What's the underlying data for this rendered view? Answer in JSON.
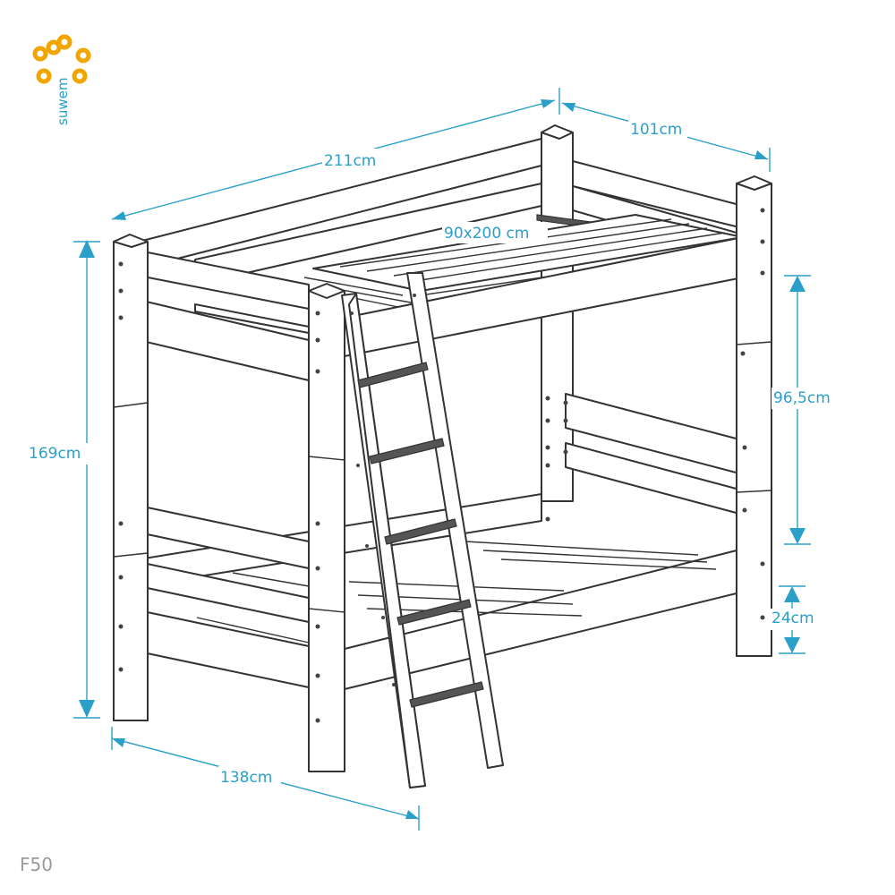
{
  "brand": {
    "name": "suwem",
    "logo_color": "#f0a500",
    "text_color": "#2a9fc9"
  },
  "product_code": "F50",
  "dimensions": {
    "length": "211cm",
    "depth": "101cm",
    "mattress": "90x200 cm",
    "height": "169cm",
    "between_beds": "96,5cm",
    "floor_clearance": "24cm",
    "ladder_footprint": "138cm"
  },
  "colors": {
    "dimension": "#2a9fc9",
    "outline": "#333333",
    "code": "#9a9a9a"
  }
}
